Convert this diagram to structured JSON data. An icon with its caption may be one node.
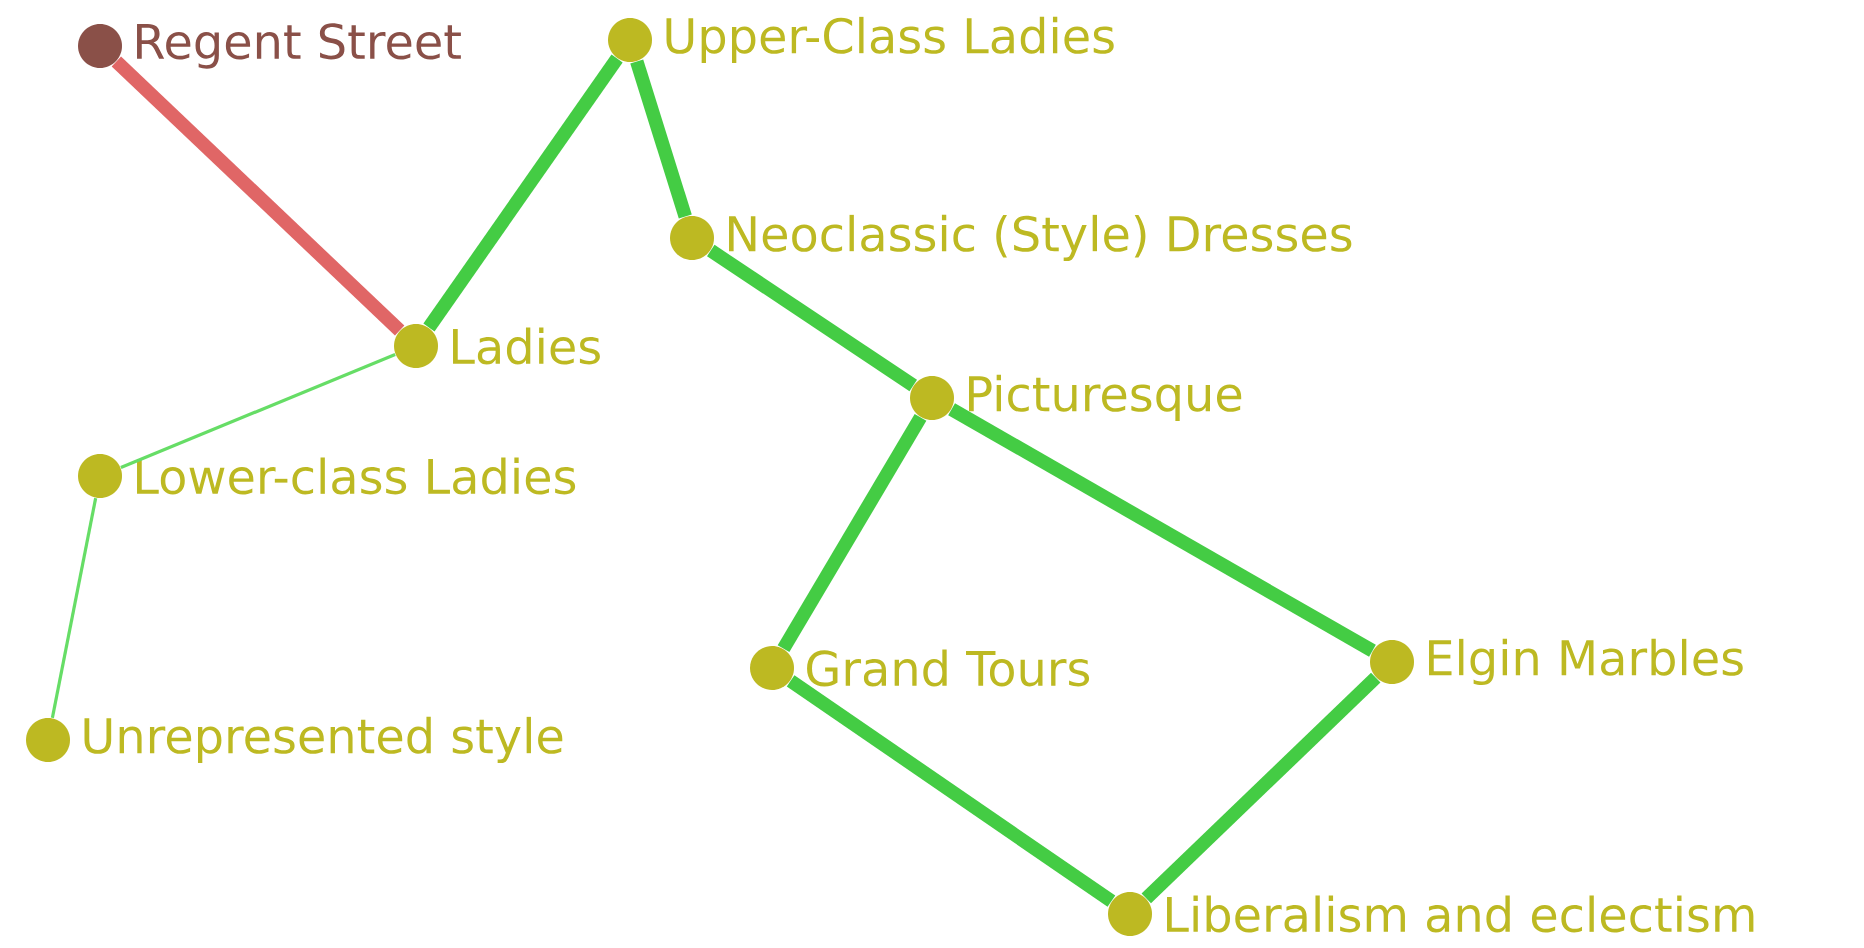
{
  "diagram": {
    "nodes": [
      {
        "text": [],
        "shape": "circle",
        "beside": [
          "Regent Street"
        ]
      },
      {
        "text": [],
        "shape": "circle",
        "beside": [
          "Upper-Class Ladies"
        ]
      },
      {
        "text": [],
        "shape": "circle",
        "beside": [
          "Neoclassic (Style) Dresses"
        ]
      },
      {
        "text": [],
        "shape": "circle",
        "beside": [
          "Ladies"
        ]
      },
      {
        "text": [],
        "shape": "circle",
        "beside": [
          "Picturesque"
        ]
      },
      {
        "text": [],
        "shape": "circle",
        "beside": [
          "Lower-class Ladies"
        ]
      },
      {
        "text": [],
        "shape": "circle",
        "beside": [
          "Grand Tours"
        ]
      },
      {
        "text": [],
        "shape": "circle",
        "beside": [
          "Elgin Marbles"
        ]
      },
      {
        "text": [],
        "shape": "circle",
        "beside": [
          "Unrepresented style"
        ]
      },
      {
        "text": [],
        "shape": "circle",
        "beside": [
          "Liberalism and eclectism"
        ]
      }
    ],
    "edges": [
      {
        "from": 0,
        "to": 3,
        "arrow": "none",
        "color": "#e06666"
      },
      {
        "from": 3,
        "to": 1,
        "arrow": "none"
      },
      {
        "from": 1,
        "to": 2,
        "arrow": "none"
      },
      {
        "from": 2,
        "to": 4,
        "arrow": "none"
      },
      {
        "from": 4,
        "to": 6,
        "arrow": "none"
      },
      {
        "from": 4,
        "to": 7,
        "arrow": "none"
      },
      {
        "from": 6,
        "to": 9,
        "arrow": "none"
      },
      {
        "from": 7,
        "to": 9,
        "arrow": "none"
      },
      {
        "from": 3,
        "to": 5,
        "arrow": "none",
        "color": "#66dd66"
      },
      {
        "from": 5,
        "to": 8,
        "arrow": "none",
        "color": "#66dd66"
      }
    ]
  }
}
